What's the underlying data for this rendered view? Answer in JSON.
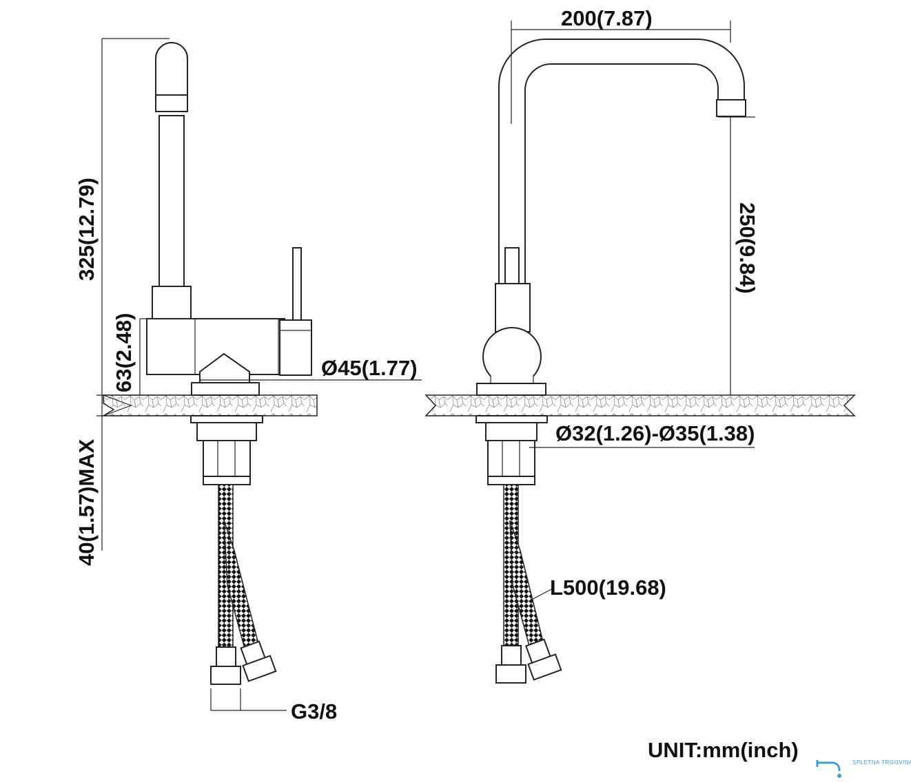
{
  "dimensions": {
    "total_height": "325(12.79)",
    "body_height": "63(2.48)",
    "max_counter_thickness": "40(1.57)MAX",
    "base_diameter": "Ø45(1.77)",
    "spout_reach": "200(7.87)",
    "spout_height": "250(9.84)",
    "hole_diameter": "Ø32(1.26)-Ø35(1.38)",
    "hose_length": "L500(19.68)",
    "thread": "G3/8"
  },
  "unit_label": "UNIT:mm(inch)",
  "logo": {
    "text": "SPLETNA TRGOVINA",
    "color": "#3a9fd6"
  }
}
